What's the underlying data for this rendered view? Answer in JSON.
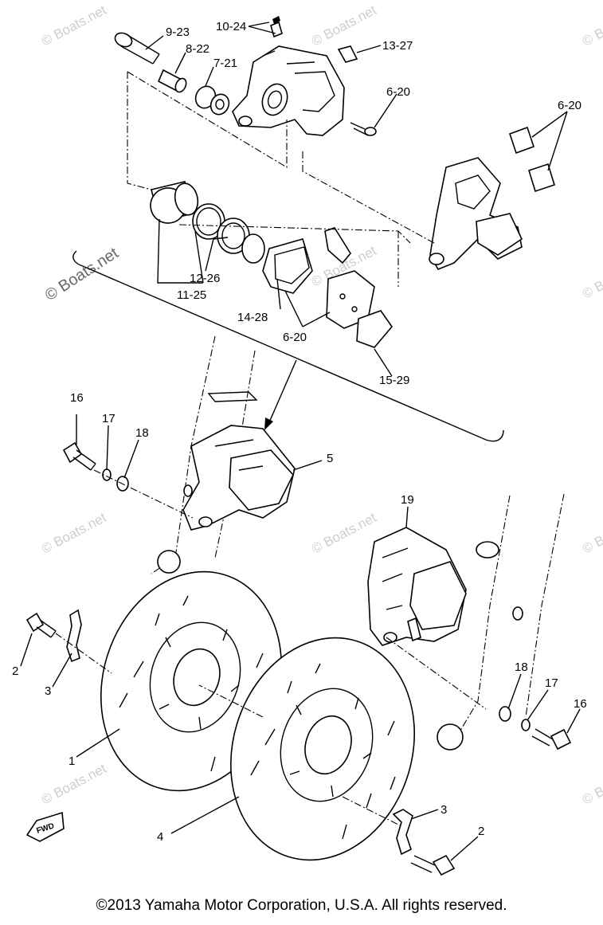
{
  "diagram": {
    "part_labels": {
      "p9_23": "9-23",
      "p10_24": "10-24",
      "p13_27": "13-27",
      "p8_22": "8-22",
      "p7_21": "7-21",
      "p6_20a": "6-20",
      "p6_20b": "6-20",
      "p12_26": "12-26",
      "p11_25": "11-25",
      "p14_28": "14-28",
      "p6_20c": "6-20",
      "p15_29": "15-29",
      "p16a": "16",
      "p17a": "17",
      "p18a": "18",
      "p5": "5",
      "p19": "19",
      "p2a": "2",
      "p3a": "3",
      "p1": "1",
      "p18b": "18",
      "p17b": "17",
      "p16b": "16",
      "p3b": "3",
      "p2b": "2",
      "p4": "4",
      "fwd": "FWD"
    },
    "watermark": "© Boats.net",
    "watermark_large": "© Boats.net"
  },
  "footer": {
    "copyright": "©2013 Yamaha Motor Corporation, U.S.A. All rights reserved."
  }
}
